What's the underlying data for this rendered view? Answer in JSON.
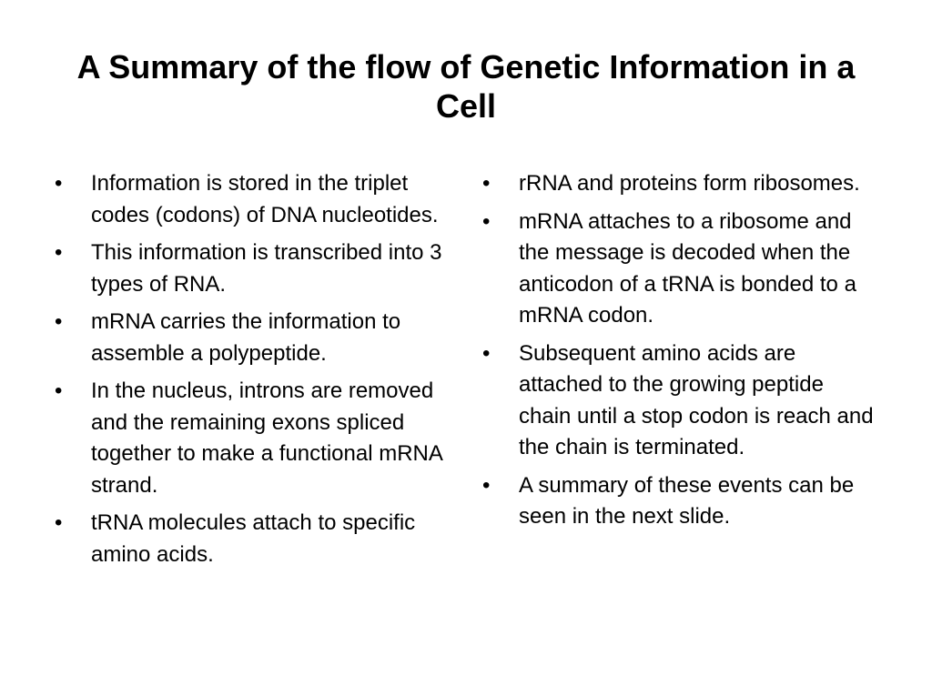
{
  "slide": {
    "title": "A Summary of the flow of Genetic Information in a Cell",
    "bullet_glyph": "•",
    "left_column": [
      "Information is stored in the triplet codes (codons) of DNA nucleotides.",
      "This information is transcribed into 3 types of RNA.",
      "mRNA carries the information to assemble a polypeptide.",
      "In the nucleus, introns are removed and the remaining exons spliced together to make a functional  mRNA strand.",
      "tRNA molecules attach to specific amino acids."
    ],
    "right_column": [
      "rRNA and proteins form ribosomes.",
      "mRNA attaches to a ribosome and the message is decoded when the anticodon of a tRNA is bonded to a mRNA codon.",
      "Subsequent amino acids are attached to the growing peptide chain until a stop codon is reach and the chain is terminated.",
      "A summary of these events can be seen in the next slide."
    ]
  }
}
